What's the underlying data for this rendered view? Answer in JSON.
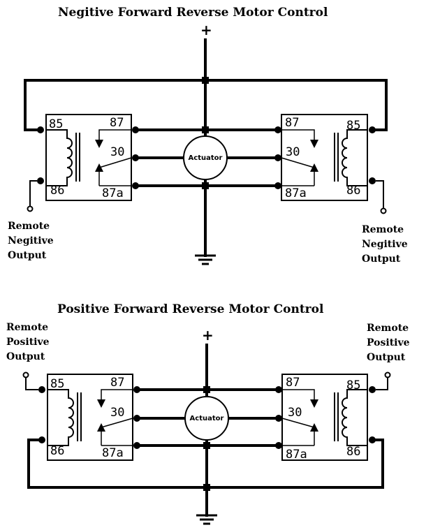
{
  "colors": {
    "ink": "#000000",
    "background": "#ffffff"
  },
  "top": {
    "title": "Negitive  Forward Reverse Motor Control",
    "plus": "+",
    "actuator": "Actuator",
    "left_relay": {
      "pin85": "85",
      "pin86": "86",
      "pin87": "87",
      "pin30": "30",
      "pin87a": "87a"
    },
    "right_relay": {
      "pin85": "85",
      "pin86": "86",
      "pin87": "87",
      "pin30": "30",
      "pin87a": "87a"
    },
    "left_label": [
      "Remote",
      "Negitive",
      "Output"
    ],
    "right_label": [
      "Remote",
      "Negitive",
      "Output"
    ]
  },
  "bottom": {
    "title": "Positive  Forward Reverse Motor Control",
    "plus": "+",
    "actuator": "Actuator",
    "left_relay": {
      "pin85": "85",
      "pin86": "86",
      "pin87": "87",
      "pin30": "30",
      "pin87a": "87a"
    },
    "right_relay": {
      "pin85": "85",
      "pin86": "86",
      "pin87": "87",
      "pin30": "30",
      "pin87a": "87a"
    },
    "left_label": [
      "Remote",
      "Positive",
      "Output"
    ],
    "right_label": [
      "Remote",
      "Positive",
      "Output"
    ]
  }
}
